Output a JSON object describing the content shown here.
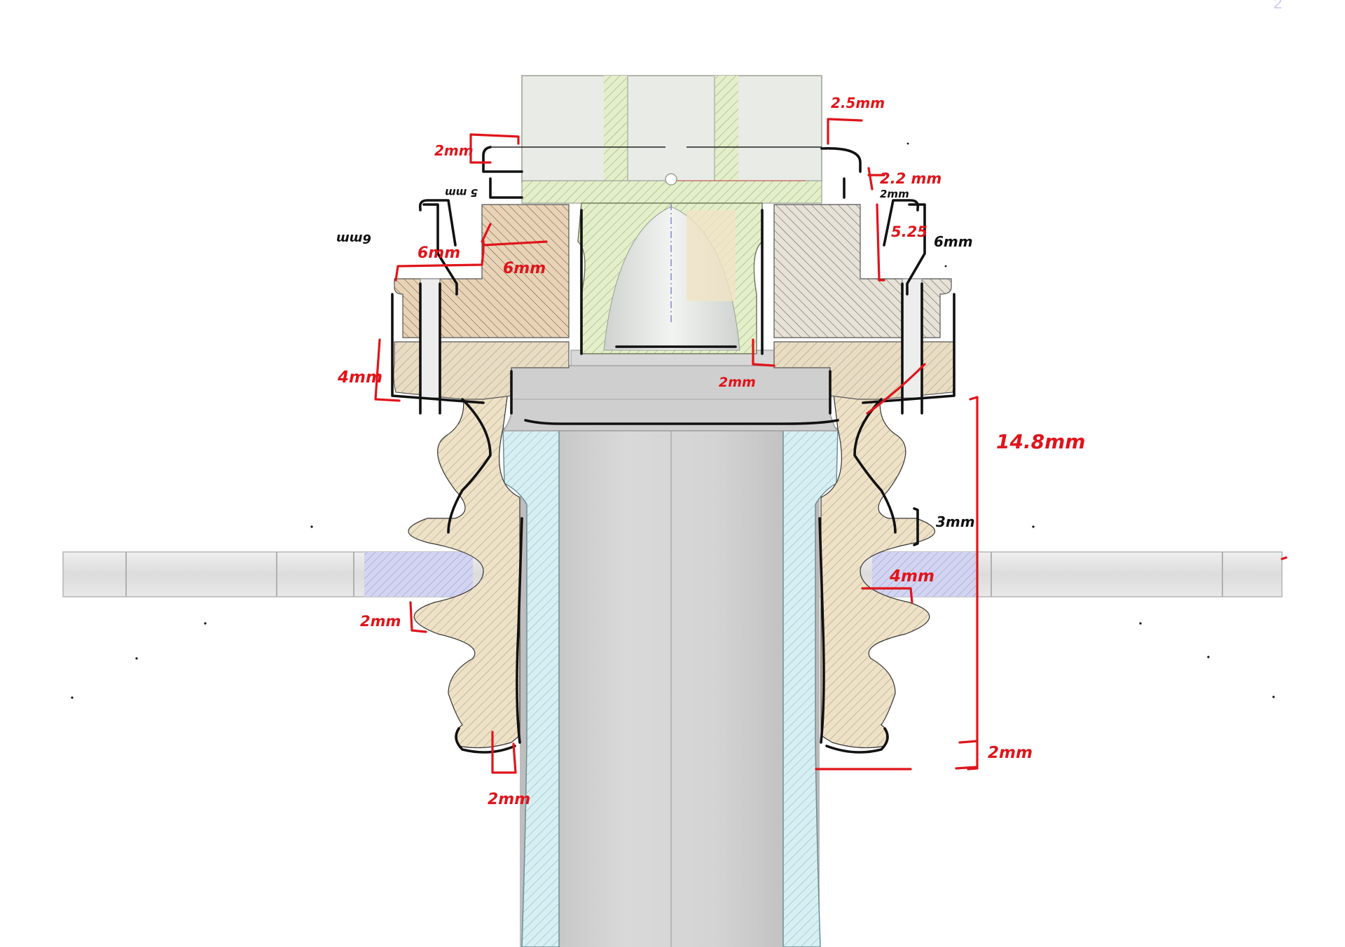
{
  "page": {
    "corner_mark": "2"
  },
  "dimensions": {
    "d_top_right": "2.5mm",
    "d_top_left_2mm": "2mm",
    "d_right_22": "2.2 mm",
    "d_right_small_2": "2mm",
    "d_left_small_5": "5 mm",
    "d_right_525": "5.25",
    "d_right_6mm": "6mm",
    "d_left_mirror": "6mm",
    "d_left_6mm_a": "6mm",
    "d_left_6mm_b": "6mm",
    "d_left_4mm": "4mm",
    "d_center_2mm": "2mm",
    "d_right_148": "14.8mm",
    "d_right_3mm": "3mm",
    "d_right_4mm": "4mm",
    "d_left_2mm_rib": "2mm",
    "d_bottom_left_2mm": "2mm",
    "d_bottom_right_2mm": "2mm"
  },
  "colors": {
    "annotation_red": "#e0141b",
    "annotation_black": "#111111",
    "cap_fill": "#e8ebe6",
    "insert_green": "#e3efc8",
    "flange_tan": "#e9dcc3",
    "seal_tan": "#eee1c6",
    "tube_grey": "#cfcfcf",
    "liner_blue": "#d6eff3",
    "plate_grey": "#e6e6e6",
    "plate_insert_blue": "#d2d4f1"
  }
}
